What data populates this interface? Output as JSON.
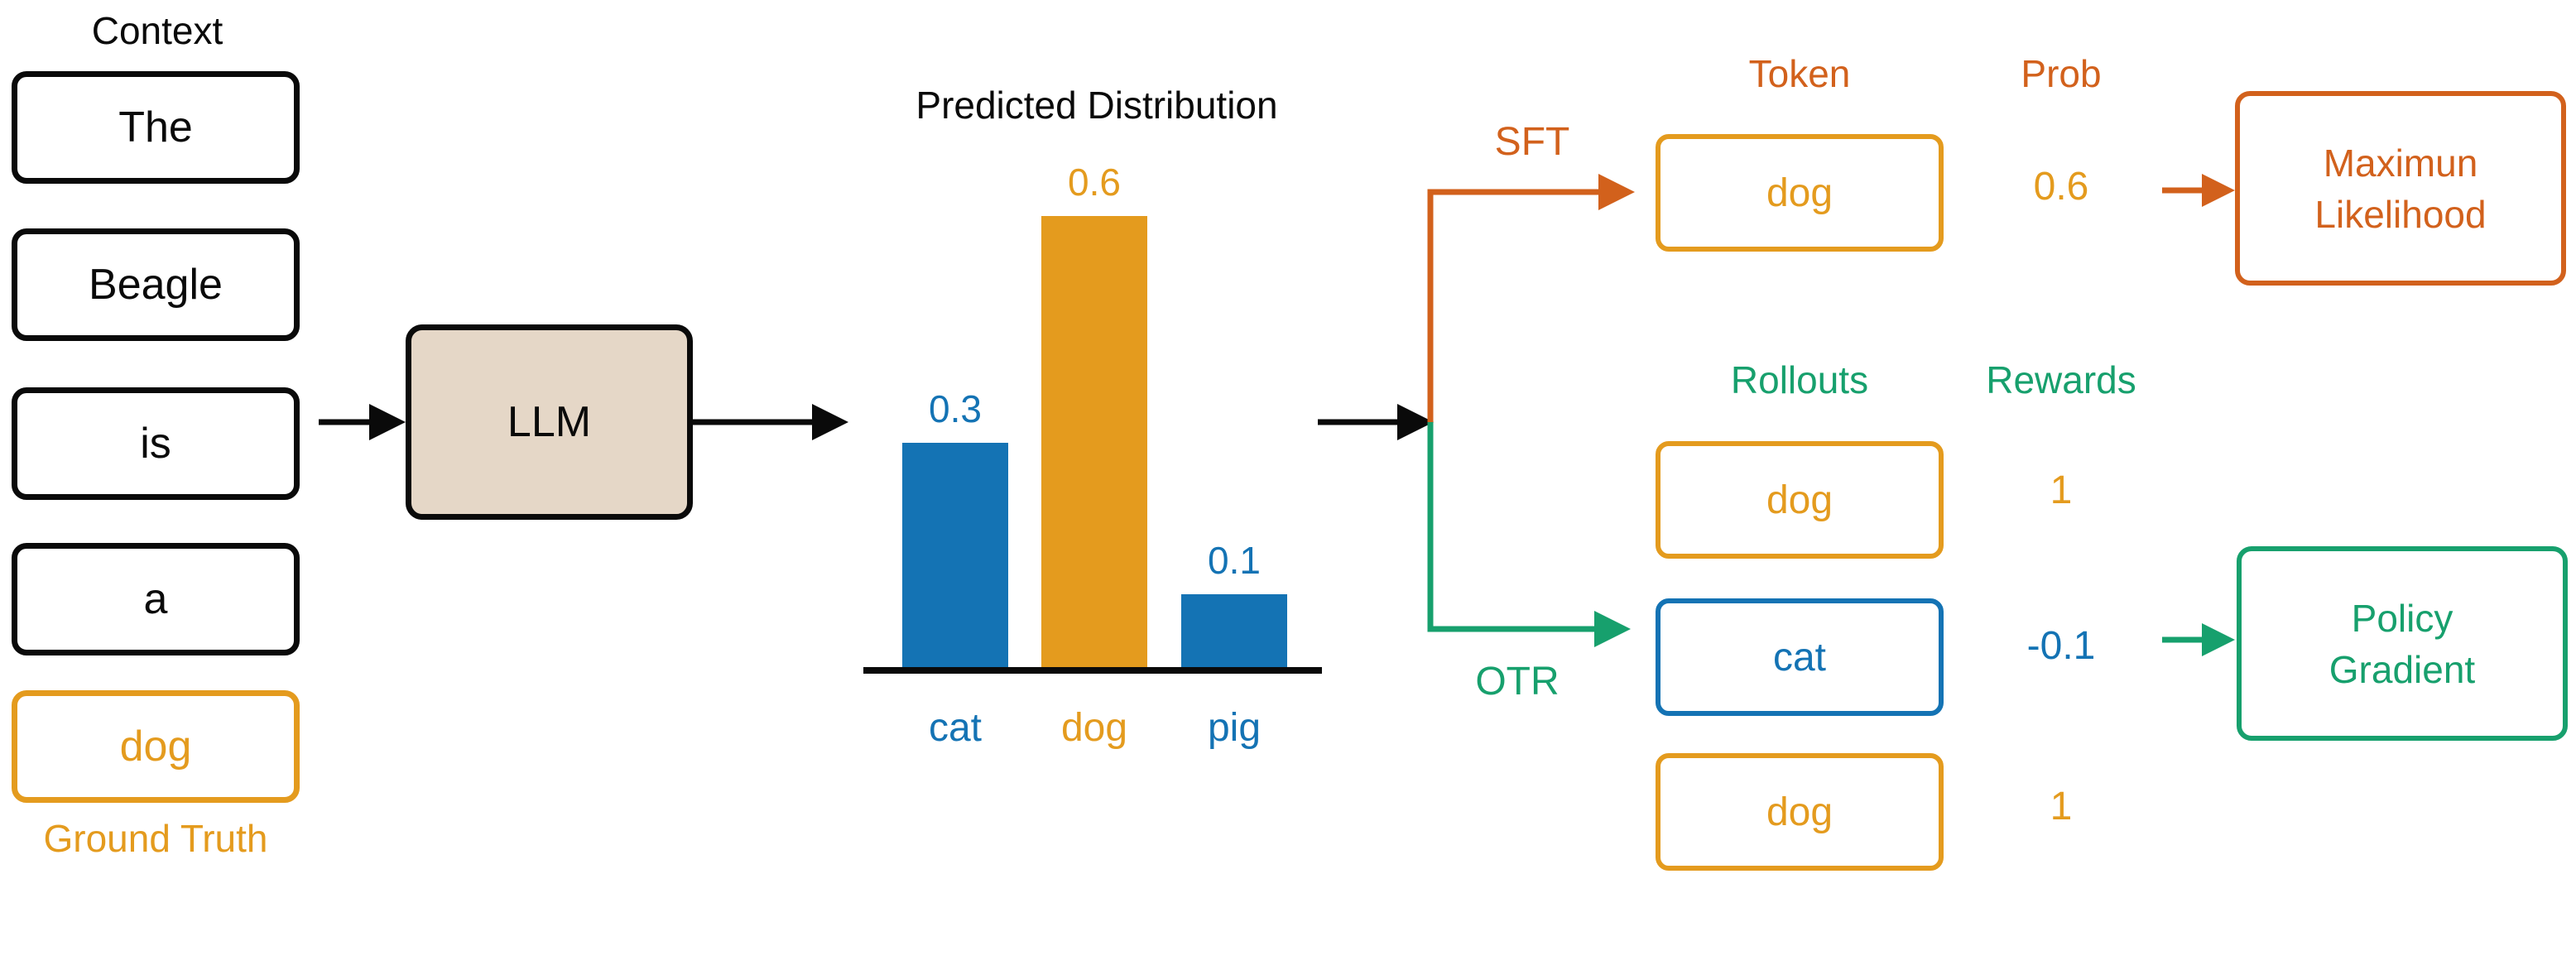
{
  "colors": {
    "black": "#0a0a0a",
    "blue": "#1473b4",
    "gold": "#e49b1e",
    "orange": "#d2611c",
    "green": "#17a06d",
    "tan": "#e5d7c7"
  },
  "context": {
    "label": "Context",
    "tokens": [
      "The",
      "Beagle",
      "is",
      "a"
    ],
    "ground_truth_token": "dog",
    "ground_truth_label": "Ground Truth"
  },
  "llm": {
    "label": "LLM"
  },
  "chart_data": {
    "type": "bar",
    "title": "Predicted Distribution",
    "categories": [
      "cat",
      "dog",
      "pig"
    ],
    "values": [
      0.3,
      0.6,
      0.1
    ],
    "value_labels": [
      "0.3",
      "0.6",
      "0.1"
    ],
    "bar_colors": [
      "#1473b4",
      "#e49b1e",
      "#1473b4"
    ],
    "xlabel": "",
    "ylabel": "",
    "ylim": [
      0,
      0.65
    ],
    "grid": false,
    "legend": false
  },
  "sft": {
    "branch_label": "SFT",
    "token_header": "Token",
    "prob_header": "Prob",
    "token": "dog",
    "prob": "0.6",
    "result": [
      "Maximun",
      "Likelihood"
    ]
  },
  "otr": {
    "branch_label": "OTR",
    "rollouts_header": "Rollouts",
    "rewards_header": "Rewards",
    "rollouts": [
      {
        "token": "dog",
        "reward": "1",
        "color": "gold"
      },
      {
        "token": "cat",
        "reward": "-0.1",
        "color": "blue"
      },
      {
        "token": "dog",
        "reward": "1",
        "color": "gold"
      }
    ],
    "result": [
      "Policy",
      "Gradient"
    ]
  }
}
